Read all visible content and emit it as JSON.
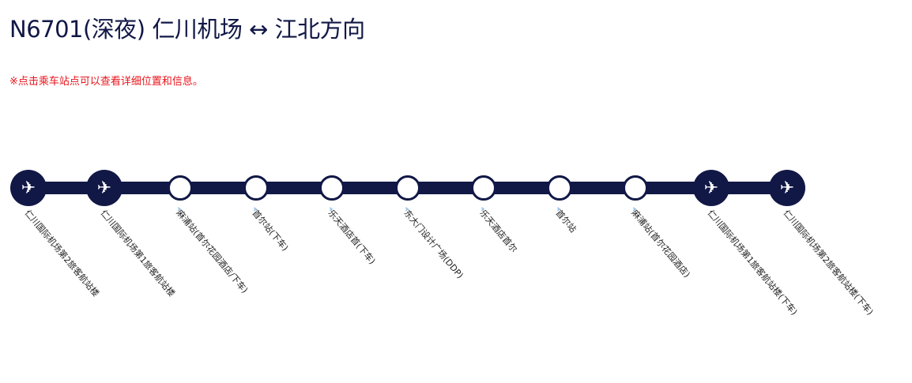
{
  "header": {
    "title": "N6701(深夜) 仁川机场 ↔ 江北方向"
  },
  "note": "※点击乘车站点可以查看详细位置和信息。",
  "colors": {
    "line": "#111846",
    "note": "#e8141c",
    "chevron": "#9cc3e8"
  },
  "stations": [
    {
      "name": "仁川国际机场第2旅客航站楼",
      "type": "airport",
      "icon": "airplane-icon"
    },
    {
      "name": "仁川国际机场第1旅客航站楼",
      "type": "airport",
      "icon": "airplane-icon"
    },
    {
      "name": "麻浦站(首尔花园酒店/下车)",
      "type": "stop"
    },
    {
      "name": "首尔站(下车)",
      "type": "stop"
    },
    {
      "name": "乐天酒店首(下车)",
      "type": "stop"
    },
    {
      "name": "东大门设计广场(DDP)",
      "type": "stop"
    },
    {
      "name": "乐天酒店首尔",
      "type": "stop"
    },
    {
      "name": "首尔站",
      "type": "stop"
    },
    {
      "name": "麻浦站(首尔花园酒店)",
      "type": "stop"
    },
    {
      "name": "仁川国际机场第1旅客航站楼(下车)",
      "type": "airport",
      "icon": "airplane-icon"
    },
    {
      "name": "仁川国际机场第2旅客航站楼(下车)",
      "type": "airport",
      "icon": "airplane-icon"
    }
  ]
}
